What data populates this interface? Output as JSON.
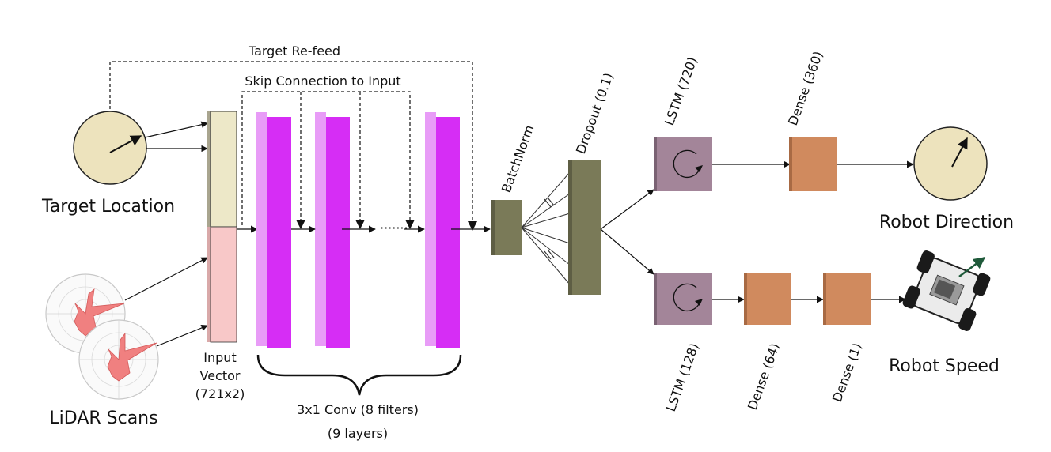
{
  "labels": {
    "target_refeed": "Target Re-feed",
    "skip_connection": "Skip Connection to Input",
    "target_location": "Target Location",
    "lidar_scans": "LiDAR Scans",
    "input_vector_line1": "Input",
    "input_vector_line2": "Vector",
    "input_vector_line3": "(721x2)",
    "conv_line1": "3x1 Conv (8 filters)",
    "conv_line2": "(9 layers)",
    "batchnorm": "BatchNorm",
    "dropout": "Dropout (0.1)",
    "lstm_top": "LSTM (720)",
    "dense_top": "Dense (360)",
    "lstm_bottom": "LSTM (128)",
    "dense_64": "Dense (64)",
    "dense_1": "Dense (1)",
    "robot_direction": "Robot Direction",
    "robot_speed": "Robot Speed",
    "ellipsis": "·······"
  },
  "colors": {
    "conv": "#d62df5",
    "conv_light": "#e89cf7",
    "batchnorm": "#7a7a58",
    "lstm": "#a38599",
    "dense": "#d08a5e",
    "dial": "#ede3bd",
    "input_top": "#ede8c8",
    "input_bottom": "#f8c8c8",
    "lidar": "#f08080"
  }
}
